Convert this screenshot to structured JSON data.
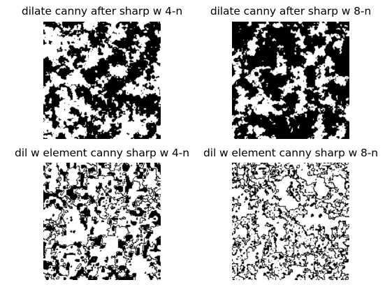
{
  "panels": [
    {
      "title": "dilate canny after sharp w 4-n",
      "tone": "light-noise"
    },
    {
      "title": "dilate canny after sharp w 8-n",
      "tone": "dark-blobs"
    },
    {
      "title": "dil w element canny sharp w 4-n",
      "tone": "dense-edges"
    },
    {
      "title": "dil w element canny sharp w 8-n",
      "tone": "sparse-edges"
    }
  ],
  "colors": {
    "background": "#ffffff",
    "foreground": "#000000"
  }
}
